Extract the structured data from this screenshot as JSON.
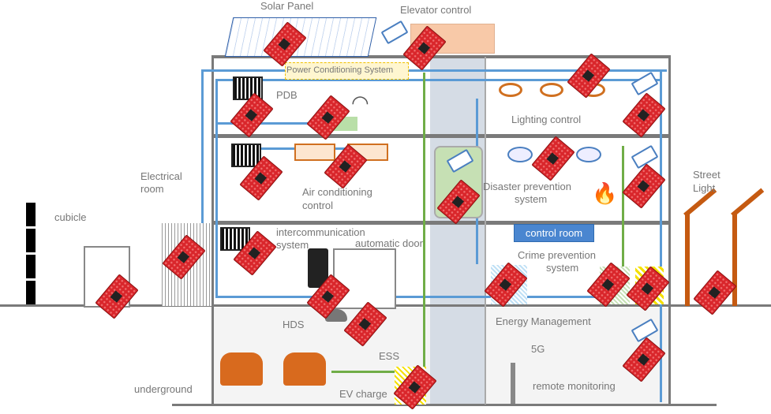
{
  "labels": {
    "solar_panel": "Solar Panel",
    "elevator_control": "Elevator control",
    "power_conditioning": "Power Conditioning System",
    "pdb": "PDB",
    "lighting_control": "Lighting control",
    "electrical_room_1": "Electrical",
    "electrical_room_2": "room",
    "air_conditioning_1": "Air conditioning",
    "air_conditioning_2": "control",
    "disaster_prevention_1": "Disaster prevention",
    "disaster_prevention_2": "system",
    "street_light_1": "Street",
    "street_light_2": "Light",
    "cubicle": "cubicle",
    "intercom_1": "intercommunication",
    "intercom_2": "system",
    "automatic_door": "automatic door",
    "control_room": "control room",
    "crime_prevention_1": "Crime prevention",
    "crime_prevention_2": "system",
    "hds": "HDS",
    "energy_management": "Energy Management",
    "5g": "5G",
    "ess": "ESS",
    "underground": "underground",
    "ev_charge": "EV charge",
    "remote_monitoring": "remote monitoring"
  },
  "colors": {
    "pipe": "#5b9bd5",
    "green_line": "#70ad47",
    "board": "#d9262b",
    "accent_orange": "#c55a11",
    "control_room": "#4a86d0"
  }
}
